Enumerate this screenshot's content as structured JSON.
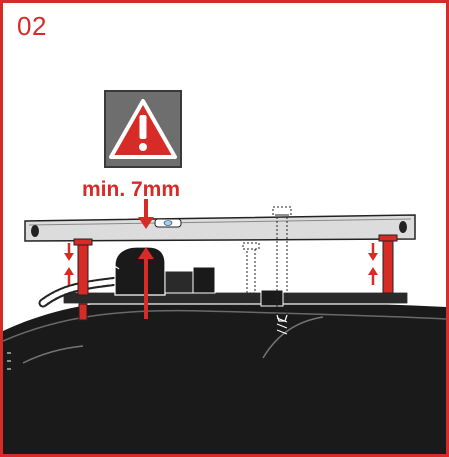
{
  "step": {
    "number": "02"
  },
  "warning": {
    "icon": "warning-triangle-icon",
    "symbol": "!"
  },
  "clearance": {
    "label": "min. 7mm",
    "value_mm": 7
  },
  "colors": {
    "accent_red": "#d62b27",
    "warning_box": "#6e6e6e",
    "roof_dark": "#1a1a1a",
    "level_fill": "#dcdcdc",
    "outline": "#222222"
  }
}
